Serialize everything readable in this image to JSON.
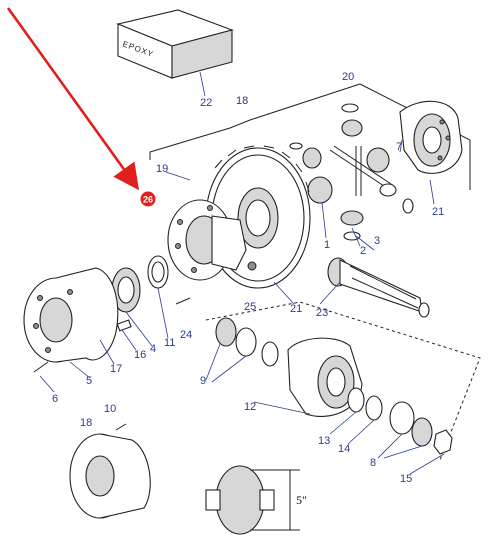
{
  "box_label": "EPOXY",
  "badge_number": "26",
  "dimension_label": "5\"",
  "callouts": {
    "c22": "22",
    "c20": "20",
    "c18": "18",
    "c19": "19",
    "c7": "7",
    "c21a": "21",
    "c1": "1",
    "c2": "2",
    "c3": "3",
    "c21b": "21",
    "c25": "25",
    "c23": "23",
    "c24": "24",
    "c4": "4",
    "c11": "11",
    "c16": "16",
    "c17": "17",
    "c5": "5",
    "c6": "6",
    "c9": "9",
    "c12": "12",
    "c13": "13",
    "c14": "14",
    "c8": "8",
    "c15": "15",
    "c10": "10",
    "c18b": "18"
  },
  "colors": {
    "arrow": "#e0201c",
    "badge": "#e0201c",
    "callout": "#2a3a9a",
    "outline": "#222222"
  }
}
